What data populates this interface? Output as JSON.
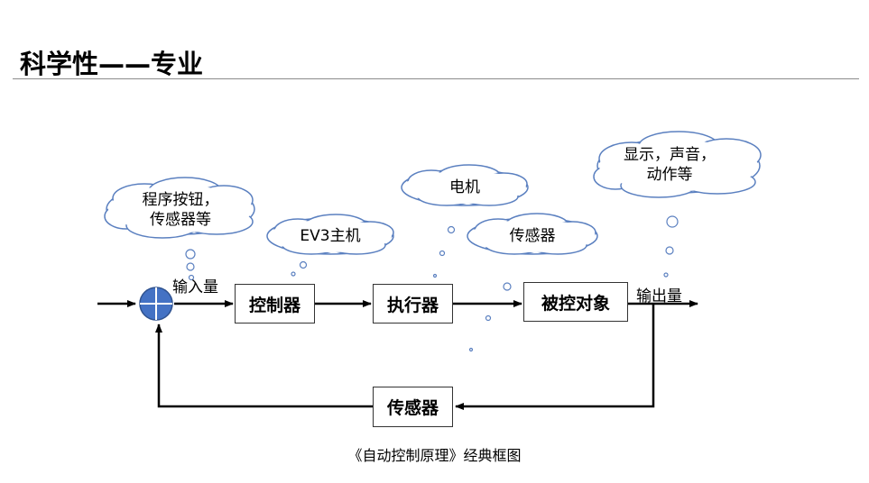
{
  "slide": {
    "title": "科学性——专业",
    "caption": "《自动控制原理》经典框图"
  },
  "blocks": {
    "controller": "控制器",
    "actuator": "执行器",
    "plant": "被控对象",
    "sensor": "传感器"
  },
  "signals": {
    "input": "输入量",
    "output": "输出量"
  },
  "callouts": {
    "input_device_line1": "程序按钮，",
    "input_device_line2": "传感器等",
    "controller_device": "EV3主机",
    "actuator_device": "电机",
    "sensor_device": "传感器",
    "output_device_line1": "显示，声音，",
    "output_device_line2": "动作等"
  },
  "colors": {
    "summing_junction": "#4472c4",
    "cloud_border": "#5b80c0",
    "line": "#000000"
  }
}
